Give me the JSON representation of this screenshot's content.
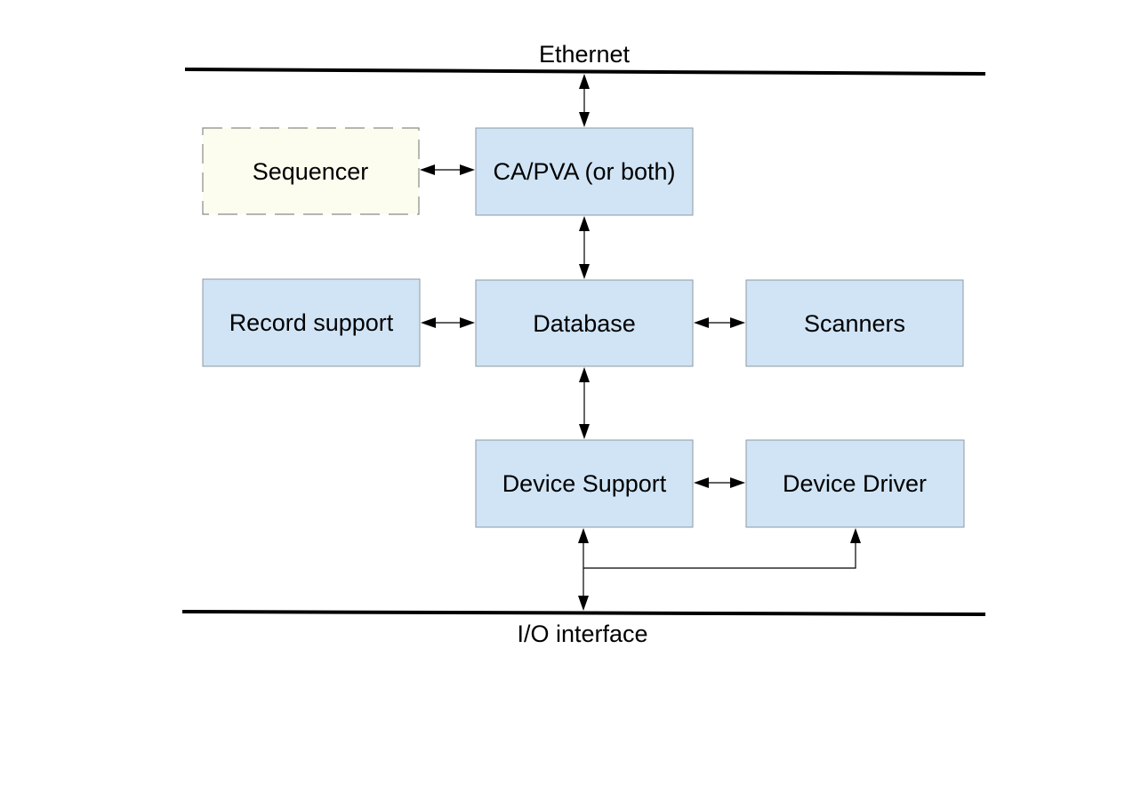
{
  "buses": {
    "top_label": "Ethernet",
    "bottom_label": "I/O interface"
  },
  "boxes": {
    "sequencer": "Sequencer",
    "ca_pva": "CA/PVA (or both)",
    "record_support": "Record support",
    "database": "Database",
    "scanners": "Scanners",
    "device_support": "Device Support",
    "device_driver": "Device Driver"
  },
  "colors": {
    "box_fill": "#d0e4f5",
    "optional_box_fill": "#fdfdef",
    "optional_box_stroke": "#8a8a8a",
    "line": "#000000"
  }
}
